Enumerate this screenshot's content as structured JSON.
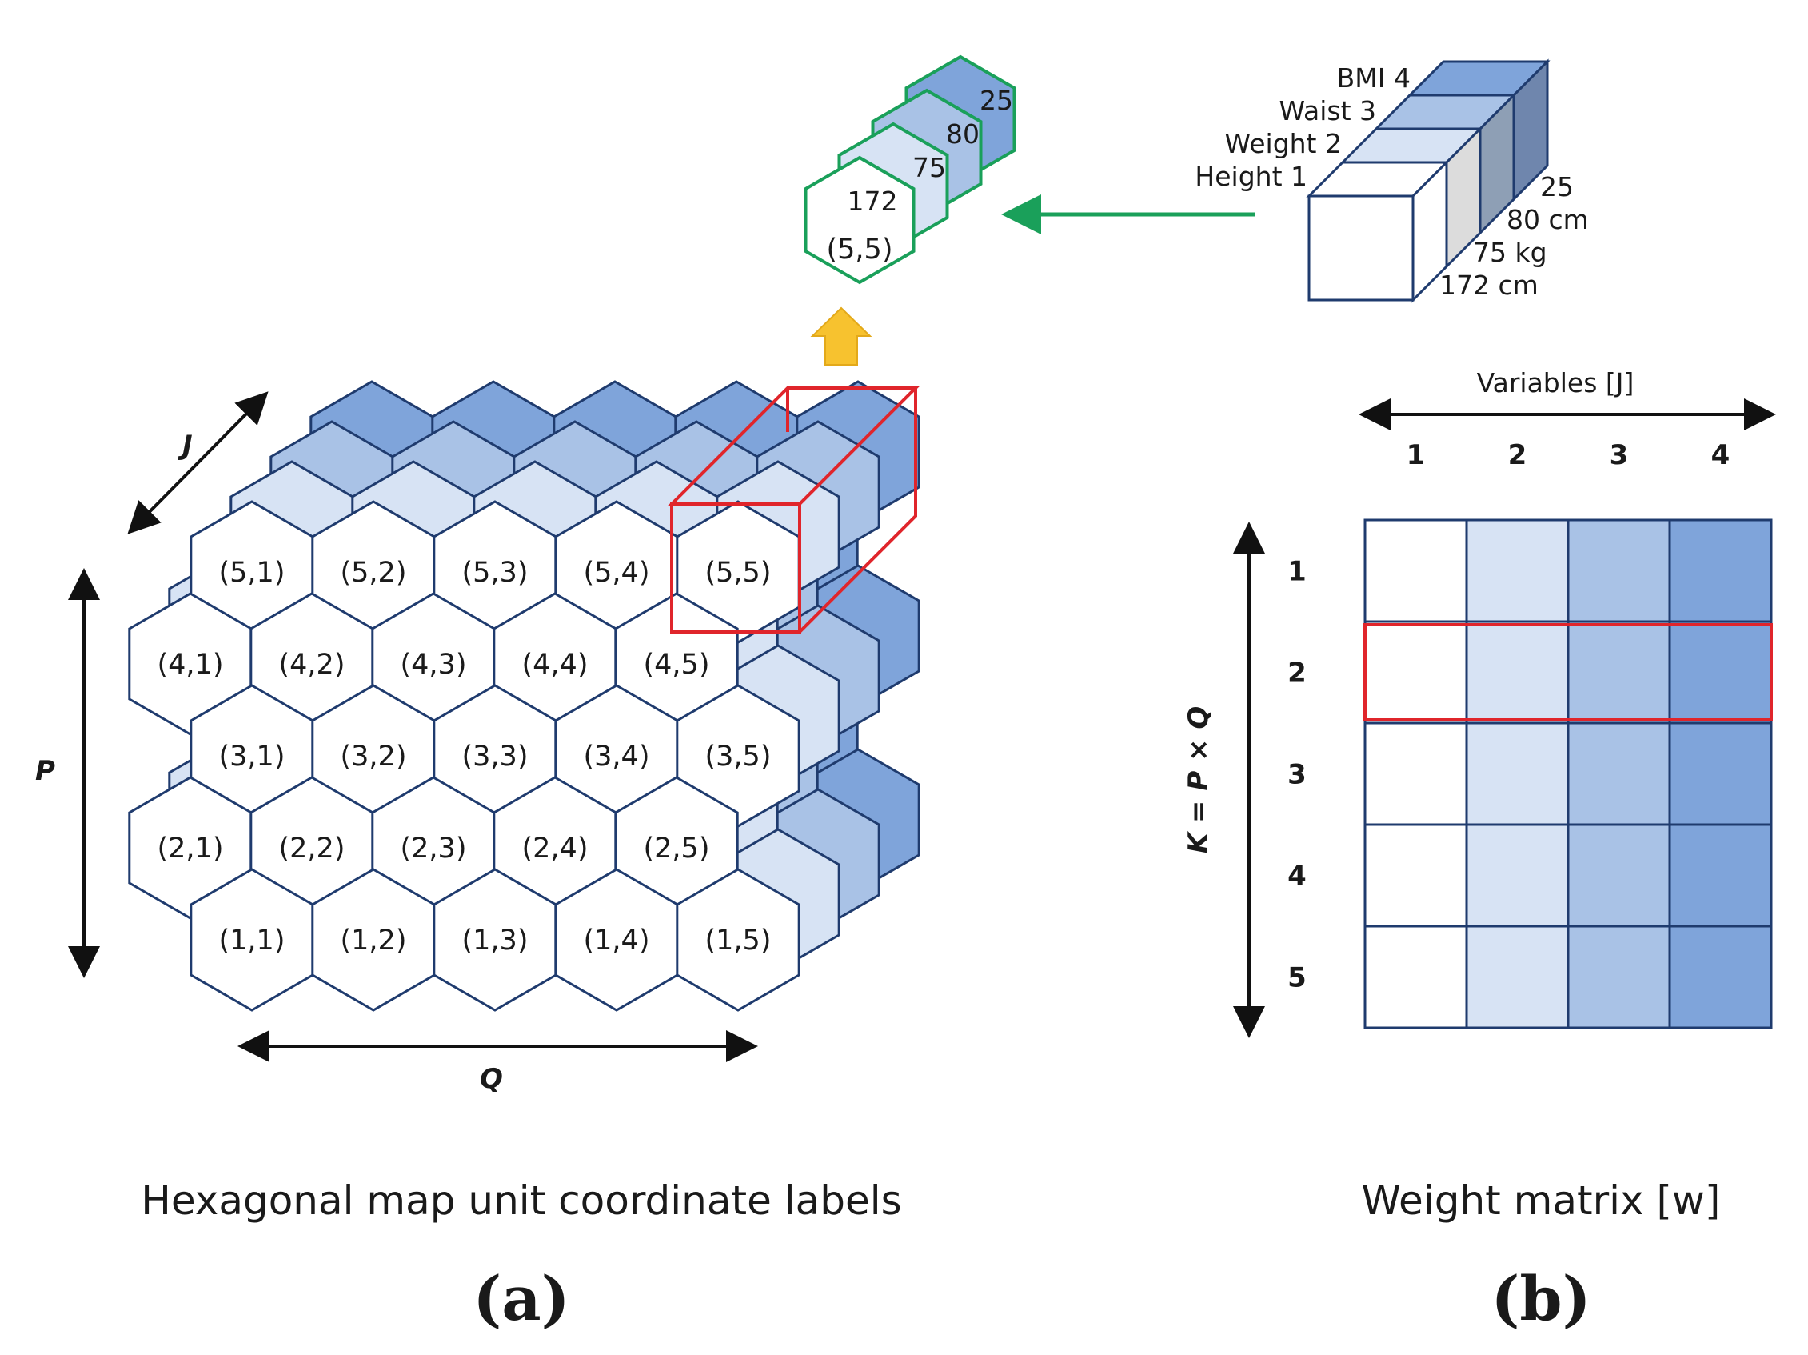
{
  "colors": {
    "outline": "#1f3b6e",
    "highlight": "#e0252b",
    "link_arrow": "#1aa05a",
    "up_arrow": "#f7c22f",
    "shade_1": "#ffffff",
    "shade_2": "#d7e3f4",
    "shade_3": "#a9c2e6",
    "shade_4": "#7fa4da"
  },
  "map": {
    "rows": [
      [
        "(5,1)",
        "(5,2)",
        "(5,3)",
        "(5,4)",
        "(5,5)"
      ],
      [
        "(4,1)",
        "(4,2)",
        "(4,3)",
        "(4,4)",
        "(4,5)"
      ],
      [
        "(3,1)",
        "(3,2)",
        "(3,3)",
        "(3,4)",
        "(3,5)"
      ],
      [
        "(2,1)",
        "(2,2)",
        "(2,3)",
        "(2,4)",
        "(2,5)"
      ],
      [
        "(1,1)",
        "(1,2)",
        "(1,3)",
        "(1,4)",
        "(1,5)"
      ]
    ],
    "axis_j": "J",
    "axis_p": "P",
    "axis_q": "Q",
    "caption": "Hexagonal map unit coordinate labels",
    "panel": "(a)"
  },
  "stack": {
    "unit_label": "(5,5)",
    "values": [
      "172",
      "75",
      "80",
      "25"
    ]
  },
  "input_vector": {
    "names": [
      "BMI 4",
      "Waist  3",
      "Weight   2",
      "Height    1"
    ],
    "values": [
      "25",
      "80 cm",
      "75 kg",
      "172 cm"
    ]
  },
  "matrix": {
    "x_title": "Variables [J]",
    "y_title": "K = P × Q",
    "columns": [
      "1",
      "2",
      "3",
      "4"
    ],
    "rows": [
      "1",
      "2",
      "3",
      "4",
      "5"
    ],
    "highlight_row": 2,
    "caption": "Weight matrix [w]",
    "panel": "(b)"
  }
}
